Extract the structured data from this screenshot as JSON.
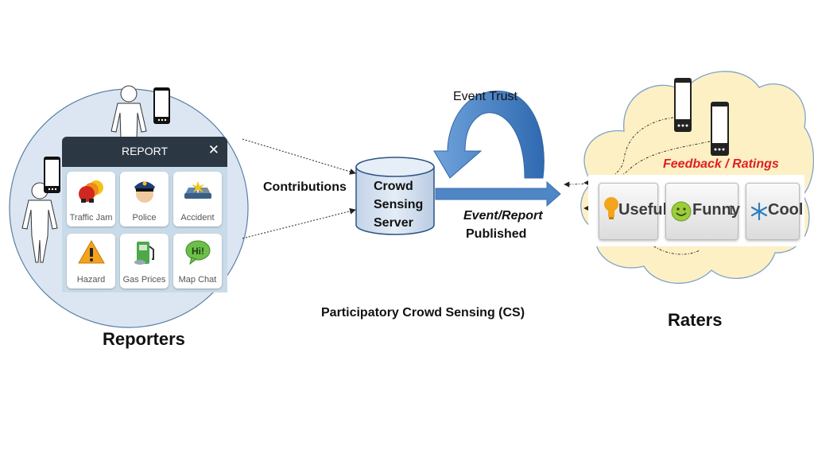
{
  "labels": {
    "event_trust": "Event Trust",
    "contributions": "Contributions",
    "server_line1": "Crowd",
    "server_line2": "Sensing",
    "server_line3": "Server",
    "event_report": "Event/Report",
    "published": "Published",
    "feedback": "Feedback / Ratings",
    "raters": "Raters",
    "reporters": "Reporters",
    "caption": "Participatory Crowd Sensing (CS)"
  },
  "report_panel": {
    "title": "REPORT",
    "close": "✕",
    "items": [
      {
        "label": "Traffic Jam",
        "icon": "traffic-jam-icon"
      },
      {
        "label": "Police",
        "icon": "police-icon"
      },
      {
        "label": "Accident",
        "icon": "accident-icon"
      },
      {
        "label": "Hazard",
        "icon": "hazard-icon"
      },
      {
        "label": "Gas Prices",
        "icon": "gas-prices-icon"
      },
      {
        "label": "Map Chat",
        "icon": "map-chat-icon"
      }
    ],
    "map_chat_badge": "Hi!"
  },
  "ratings": {
    "useful": "Useful",
    "funny": "Funny",
    "funny_count": "1",
    "cool": "Cool"
  },
  "colors": {
    "arrow_blue": "#4f86c6",
    "cloud_fill": "#fdf0c4",
    "feedback_red": "#e02020",
    "circle_fill": "#dbe6f2"
  }
}
